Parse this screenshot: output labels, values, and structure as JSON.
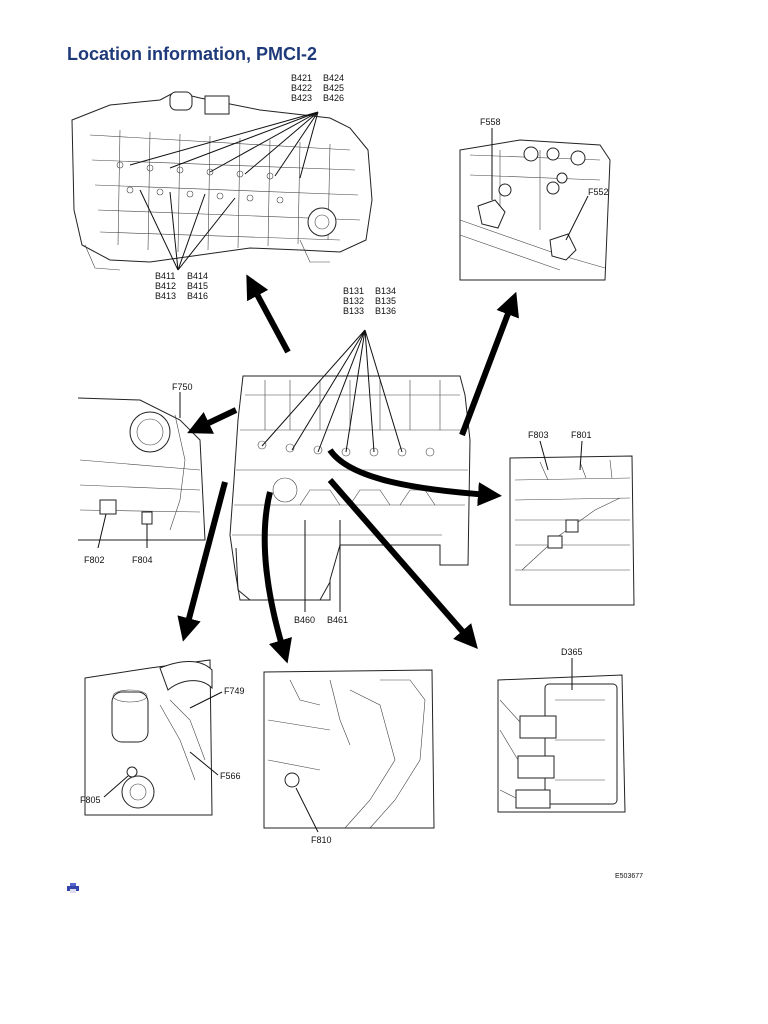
{
  "page": {
    "title": "Location information, PMCI-2",
    "figure_id": "E503677"
  },
  "labels": {
    "b421": "B421",
    "b424": "B424",
    "b422": "B422",
    "b425": "B425",
    "b423": "B423",
    "b426": "B426",
    "b411": "B411",
    "b414": "B414",
    "b412": "B412",
    "b415": "B415",
    "b413": "B413",
    "b416": "B416",
    "b131": "B131",
    "b134": "B134",
    "b132": "B132",
    "b135": "B135",
    "b133": "B133",
    "b136": "B136",
    "f558": "F558",
    "f552": "F552",
    "f750": "F750",
    "f803": "F803",
    "f801": "F801",
    "f802": "F802",
    "f804": "F804",
    "b460": "B460",
    "b461": "B461",
    "d365": "D365",
    "f749": "F749",
    "f566": "F566",
    "f805": "F805",
    "f810": "F810"
  },
  "icons": {
    "footer": "printer-icon"
  }
}
